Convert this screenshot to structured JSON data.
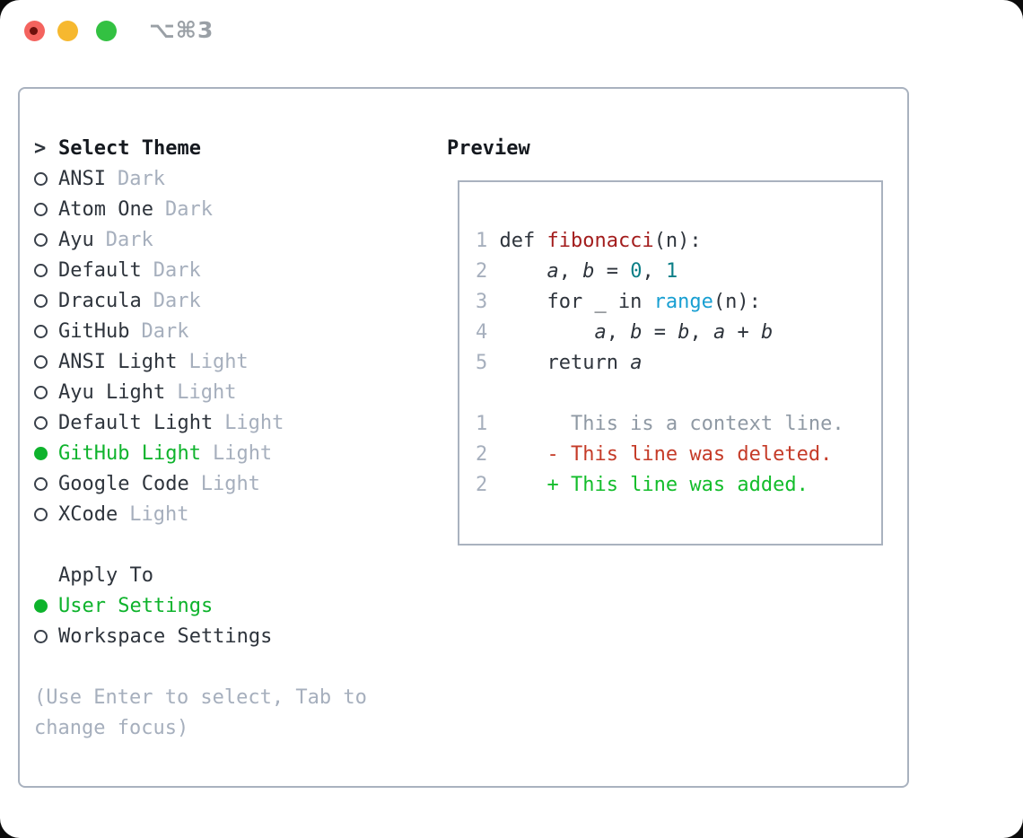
{
  "window": {
    "title": "⌥⌘3",
    "buttons": [
      "close",
      "minimize",
      "zoom"
    ]
  },
  "theme_selector": {
    "cursor": ">",
    "title": "Select Theme",
    "items": [
      {
        "name": "ANSI",
        "tag": "Dark",
        "selected": false
      },
      {
        "name": "Atom One",
        "tag": "Dark",
        "selected": false
      },
      {
        "name": "Ayu",
        "tag": "Dark",
        "selected": false
      },
      {
        "name": "Default",
        "tag": "Dark",
        "selected": false
      },
      {
        "name": "Dracula",
        "tag": "Dark",
        "selected": false
      },
      {
        "name": "GitHub",
        "tag": "Dark",
        "selected": false
      },
      {
        "name": "ANSI Light",
        "tag": "Light",
        "selected": false
      },
      {
        "name": "Ayu Light",
        "tag": "Light",
        "selected": false
      },
      {
        "name": "Default Light",
        "tag": "Light",
        "selected": false
      },
      {
        "name": "GitHub Light",
        "tag": "Light",
        "selected": true
      },
      {
        "name": "Google Code",
        "tag": "Light",
        "selected": false
      },
      {
        "name": "XCode",
        "tag": "Light",
        "selected": false
      }
    ],
    "apply_to": {
      "title": "Apply To",
      "options": [
        {
          "name": "User Settings",
          "selected": true
        },
        {
          "name": "Workspace Settings",
          "selected": false
        }
      ]
    },
    "help_line1": "(Use Enter to select, Tab to",
    "help_line2": "change focus)"
  },
  "preview": {
    "title": "Preview",
    "code_lines": [
      {
        "num": "1",
        "segments": [
          {
            "text": "def ",
            "type": "plain"
          },
          {
            "text": "fibonacci",
            "type": "func"
          },
          {
            "text": "(n):",
            "type": "plain"
          }
        ]
      },
      {
        "num": "2",
        "segments": [
          {
            "text": "    ",
            "type": "plain"
          },
          {
            "text": "a",
            "type": "var"
          },
          {
            "text": ", ",
            "type": "plain"
          },
          {
            "text": "b",
            "type": "var"
          },
          {
            "text": " = ",
            "type": "plain"
          },
          {
            "text": "0",
            "type": "number"
          },
          {
            "text": ", ",
            "type": "plain"
          },
          {
            "text": "1",
            "type": "number"
          }
        ]
      },
      {
        "num": "3",
        "segments": [
          {
            "text": "    for _ in ",
            "type": "plain"
          },
          {
            "text": "range",
            "type": "builtin"
          },
          {
            "text": "(n):",
            "type": "plain"
          }
        ]
      },
      {
        "num": "4",
        "segments": [
          {
            "text": "        ",
            "type": "plain"
          },
          {
            "text": "a",
            "type": "var"
          },
          {
            "text": ", ",
            "type": "plain"
          },
          {
            "text": "b",
            "type": "var"
          },
          {
            "text": " = ",
            "type": "plain"
          },
          {
            "text": "b",
            "type": "var"
          },
          {
            "text": ", ",
            "type": "plain"
          },
          {
            "text": "a",
            "type": "var"
          },
          {
            "text": " + ",
            "type": "plain"
          },
          {
            "text": "b",
            "type": "var"
          }
        ]
      },
      {
        "num": "5",
        "segments": [
          {
            "text": "    return ",
            "type": "plain"
          },
          {
            "text": "a",
            "type": "var"
          }
        ]
      }
    ],
    "diff_lines": [
      {
        "num": "1",
        "text": "      This is a context line.",
        "type": "context"
      },
      {
        "num": "2",
        "text": "    - This line was deleted.",
        "type": "deleted"
      },
      {
        "num": "2",
        "text": "    + This line was added.",
        "type": "added"
      }
    ]
  },
  "colors": {
    "green_accent": "#0eb32c",
    "text_dark": "#2e343c",
    "muted_gray": "#a6afbd",
    "border_gray": "#a9b2bf",
    "function_red": "#a31d1d",
    "number_teal": "#0c7f87",
    "builtin_blue": "#189fd2",
    "context_gray": "#8f99a4",
    "deleted_red": "#c53b28",
    "added_green": "#13bd2b",
    "close_red": "#f4635e",
    "minimize_yellow": "#f6b82f",
    "zoom_green": "#33c142"
  }
}
